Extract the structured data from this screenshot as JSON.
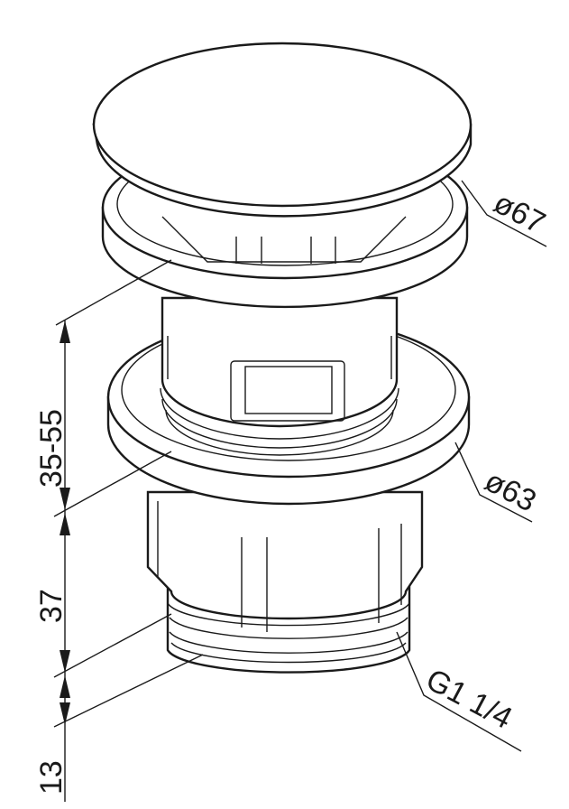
{
  "drawing": {
    "title": "Pop-up waste valve dimension drawing",
    "dimensions": {
      "cap_diameter": "ø67",
      "flange_diameter": "ø63",
      "thread": "G1 1/4",
      "height_adjustable": "35-55",
      "body_height": "37",
      "thread_height": "13"
    },
    "line_color": "#1a1a1a",
    "background": "#ffffff"
  }
}
